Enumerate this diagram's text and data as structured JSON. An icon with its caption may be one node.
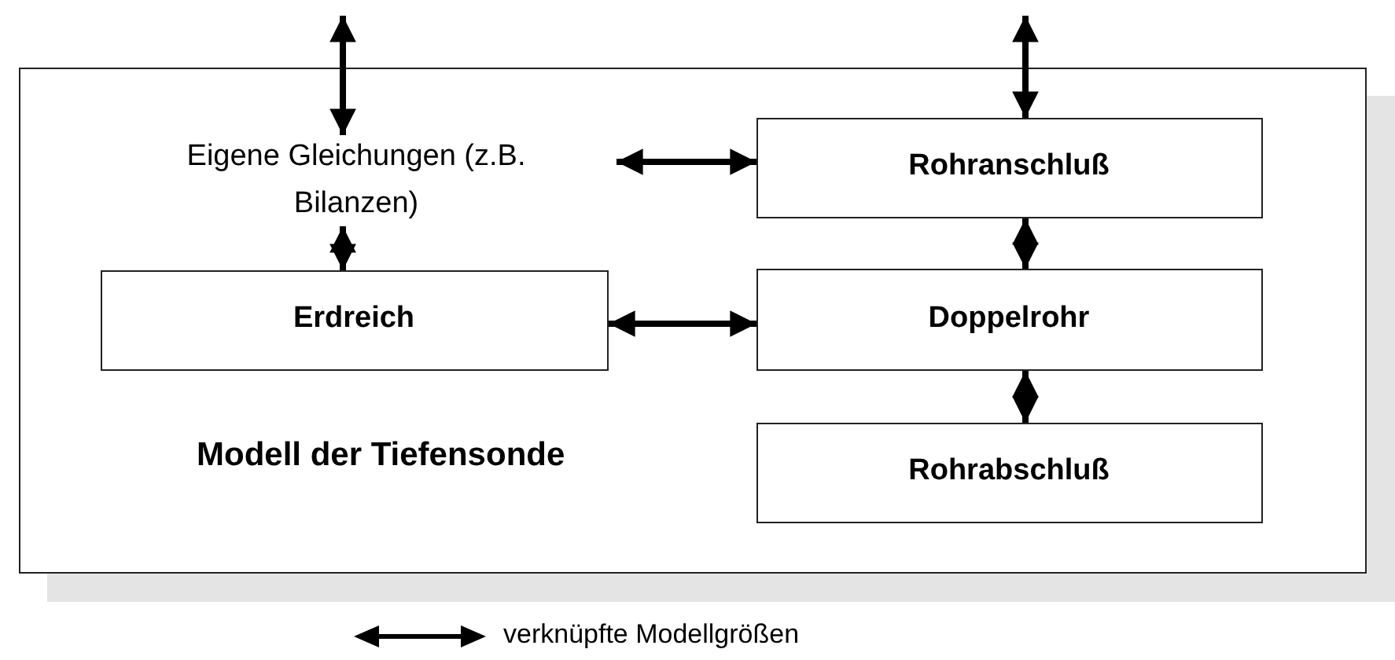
{
  "diagram": {
    "nodes": [
      {
        "text": [
          "Modell der Tiefensonde"
        ]
      },
      {
        "text": [
          "Eigene Gleichungen (z.B. Bilanzen)"
        ],
        "in": 0
      },
      {
        "text": [
          "Rohranschluß"
        ],
        "in": 0
      },
      {
        "text": [
          "Erdreich"
        ],
        "in": 0
      },
      {
        "text": [
          "Doppelrohr"
        ],
        "in": 0
      },
      {
        "text": [
          "Rohrabschluß"
        ],
        "in": 0
      }
    ],
    "edges": [
      {
        "from": null,
        "to": 1,
        "arrow": "both"
      },
      {
        "from": null,
        "to": 2,
        "arrow": "both"
      },
      {
        "from": 1,
        "to": 2,
        "arrow": "both"
      },
      {
        "from": 1,
        "to": 3,
        "arrow": "both"
      },
      {
        "from": 3,
        "to": 4,
        "arrow": "both"
      },
      {
        "from": 2,
        "to": 4,
        "arrow": "both"
      },
      {
        "from": 4,
        "to": 5,
        "arrow": "both"
      }
    ],
    "legend": [
      {
        "text": "verknüpfte Modellgrößen"
      }
    ]
  }
}
